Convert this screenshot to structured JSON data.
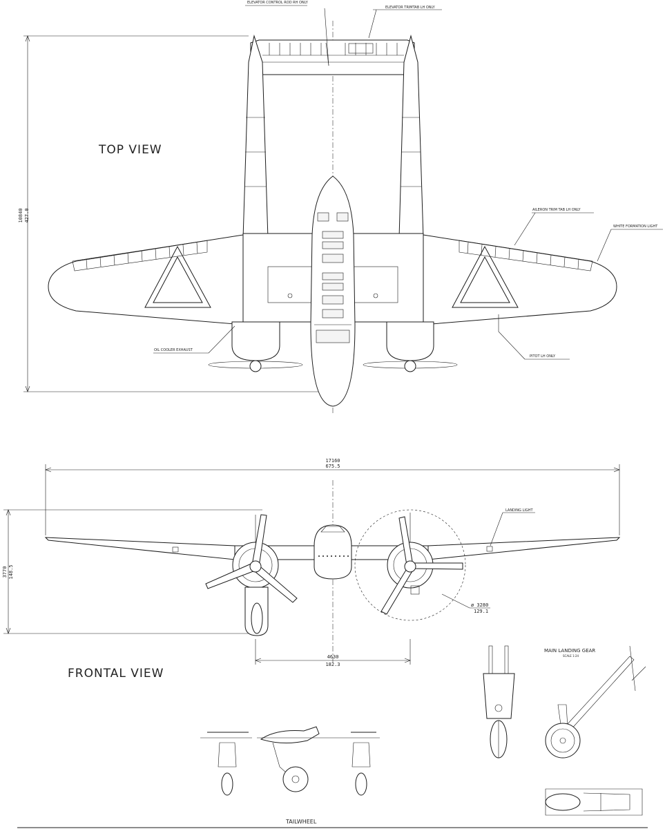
{
  "views": {
    "top": "TOP VIEW",
    "frontal": "FRONTAL VIEW",
    "tailwheel": "TAILWHEEL",
    "main_gear": "MAIN LANDING GEAR",
    "main_gear_scale": "SCALE 1:24"
  },
  "callouts": {
    "elevator_control_rod": "ELEVATOR CONTROL ROD RH ONLY",
    "elevator_trimtab": "ELEVATOR TRIMTAB LH ONLY",
    "aileron_trim_tab": "AILERON TRIM TAB LH ONLY",
    "white_formation_light": "WHITE FORMATION LIGHT",
    "oil_cooler_exhaust": "OIL COOLER EXHAUST",
    "pitot": "PITOT LH ONLY",
    "landing_light": "LANDING LIGHT"
  },
  "dimensions": {
    "length_mm": "10840",
    "length_in": "427.0",
    "span_mm": "17160",
    "span_in": "675.5",
    "height_mm": "3770",
    "height_in": "148.5",
    "track_mm": "4630",
    "track_in": "182.3",
    "prop_diameter_mm": "ø 3280",
    "prop_diameter_in": "129.1"
  }
}
